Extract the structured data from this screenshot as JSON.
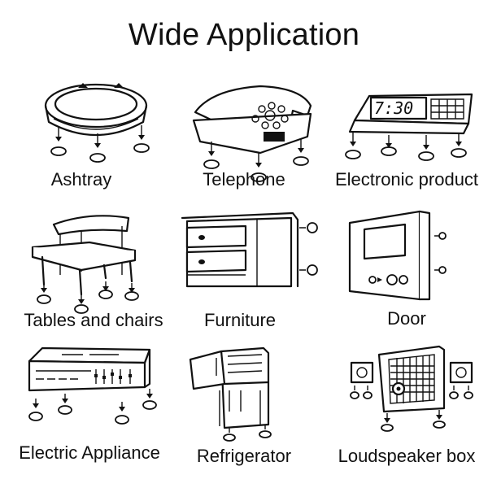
{
  "title": "Wide Application",
  "items": [
    {
      "label": "Ashtray",
      "icon": "ashtray-icon"
    },
    {
      "label": "Telephone",
      "icon": "telephone-icon"
    },
    {
      "label": "Electronic product",
      "icon": "electronic-product-icon",
      "display": "7:30"
    },
    {
      "label": "Tables and chairs",
      "icon": "tables-and-chairs-icon"
    },
    {
      "label": "Furniture",
      "icon": "furniture-icon"
    },
    {
      "label": "Door",
      "icon": "door-icon"
    },
    {
      "label": "Electric Appliance",
      "icon": "electric-appliance-icon"
    },
    {
      "label": "Refrigerator",
      "icon": "refrigerator-icon"
    },
    {
      "label": "Loudspeaker box",
      "icon": "loudspeaker-box-icon"
    }
  ]
}
